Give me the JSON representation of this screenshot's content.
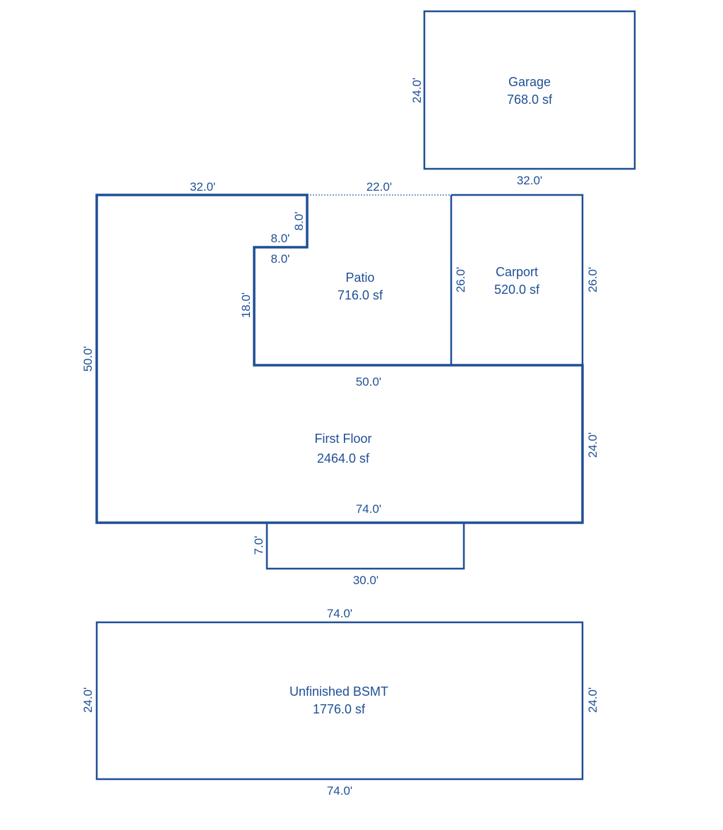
{
  "areas": {
    "garage": {
      "name": "Garage",
      "area": "768.0 sf"
    },
    "patio": {
      "name": "Patio",
      "area": "716.0 sf"
    },
    "carport": {
      "name": "Carport",
      "area": "520.0 sf"
    },
    "first_floor": {
      "name": "First Floor",
      "area": "2464.0 sf"
    },
    "basement": {
      "name": "Unfinished BSMT",
      "area": "1776.0 sf"
    }
  },
  "dimensions": {
    "garage_left": "24.0'",
    "garage_bottom": "32.0'",
    "floor_top_left": "32.0'",
    "patio_top": "22.0'",
    "notch_vertical": "8.0'",
    "notch_horizontal": "8.0'",
    "notch_horizontal_below": "8.0'",
    "patio_left": "18.0'",
    "patio_right": "26.0'",
    "carport_right": "26.0'",
    "floor_left": "50.0'",
    "floor_mid": "50.0'",
    "floor_right": "24.0'",
    "floor_bottom": "74.0'",
    "bump_left": "7.0'",
    "bump_bottom": "30.0'",
    "bsmt_top": "74.0'",
    "bsmt_left": "24.0'",
    "bsmt_right": "24.0'",
    "bsmt_bottom": "74.0'"
  },
  "colors": {
    "line": "#1f4f96"
  }
}
